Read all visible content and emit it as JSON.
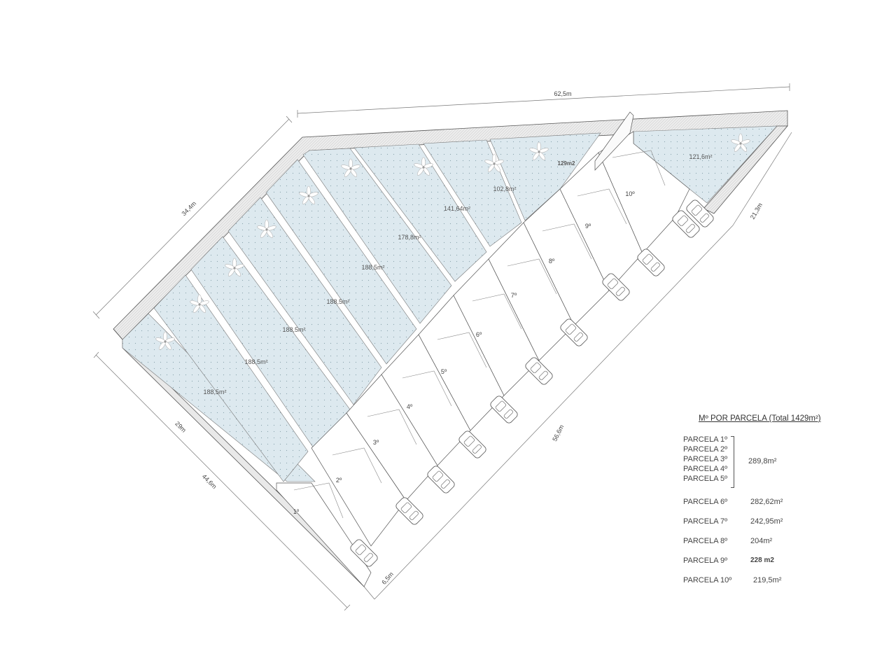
{
  "dimensions": {
    "top": "62,5m",
    "left_upper": "34,4m",
    "right": "21,3m",
    "bottom_right": "56,6m",
    "left_lower_a": "29m",
    "left_lower_b": "44,6m",
    "bottom": "6,5m"
  },
  "garden_areas": [
    "188,5m²",
    "188,5m²",
    "188,5m²",
    "188,5m²",
    "188,5m²",
    "178,8m²",
    "141,64m²",
    "102,8m²",
    "129m2",
    "121,6m²"
  ],
  "plot_numbers": [
    "1º",
    "2º",
    "3º",
    "4º",
    "5º",
    "6º",
    "7º",
    "8º",
    "9º",
    "10º"
  ],
  "legend": {
    "title": "Mº POR PARCELA (Total 1429m²)",
    "group_labels": [
      "PARCELA 1º",
      "PARCELA 2º",
      "PARCELA 3º",
      "PARCELA 4º",
      "PARCELA 5º"
    ],
    "group_area": "289,8m²",
    "rows": [
      {
        "label": "PARCELA 6º",
        "area": "282,62m²"
      },
      {
        "label": "PARCELA 7º",
        "area": "242,95m²"
      },
      {
        "label": "PARCELA 8º",
        "area": "204m²"
      },
      {
        "label": "PARCELA 9º",
        "area": "228 m2"
      },
      {
        "label": "PARCELA 10º",
        "area": "219,5m²"
      }
    ]
  },
  "colors": {
    "garden": "#dde9ef",
    "outline": "#4a4a4a",
    "wall": "#e7e7e7"
  }
}
